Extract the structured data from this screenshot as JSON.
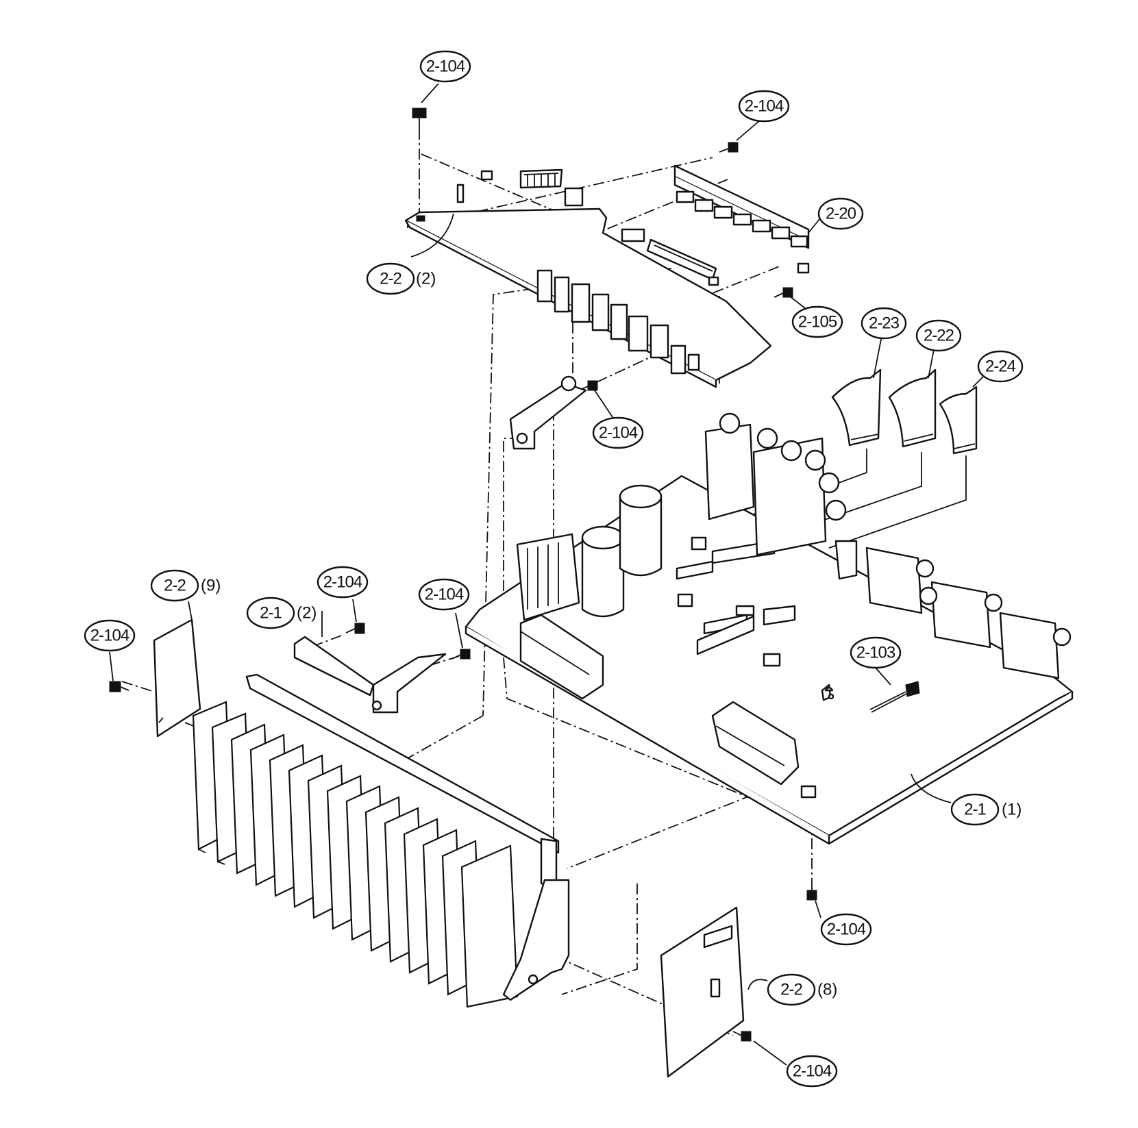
{
  "callouts": [
    {
      "id": "c1",
      "label": "2-104"
    },
    {
      "id": "c2",
      "label": "2-104"
    },
    {
      "id": "c3",
      "label": "2-20"
    },
    {
      "id": "c4",
      "label": "2-2",
      "qty": "(2)"
    },
    {
      "id": "c5",
      "label": "2-105"
    },
    {
      "id": "c6",
      "label": "2-23"
    },
    {
      "id": "c7",
      "label": "2-22"
    },
    {
      "id": "c8",
      "label": "2-24"
    },
    {
      "id": "c9",
      "label": "2-104"
    },
    {
      "id": "c10",
      "label": "2-2",
      "qty": "(9)"
    },
    {
      "id": "c11",
      "label": "2-104"
    },
    {
      "id": "c12",
      "label": "2-1",
      "qty": "(2)"
    },
    {
      "id": "c13",
      "label": "2-104"
    },
    {
      "id": "c14",
      "label": "2-104"
    },
    {
      "id": "c15",
      "label": "2-103"
    },
    {
      "id": "c16",
      "label": "2-1",
      "qty": "(1)"
    },
    {
      "id": "c17",
      "label": "2-104"
    },
    {
      "id": "c18",
      "label": "2-2",
      "qty": "(8)"
    },
    {
      "id": "c19",
      "label": "2-104"
    }
  ]
}
